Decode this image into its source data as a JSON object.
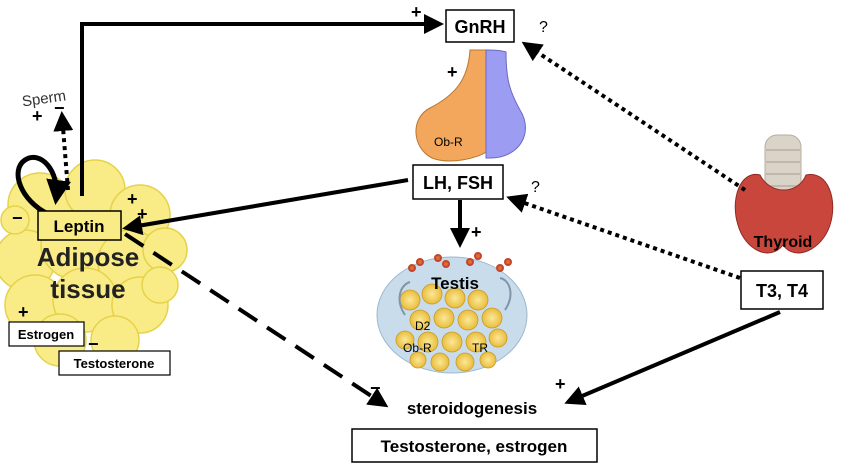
{
  "boxes": {
    "gnrh": "GnRH",
    "lh_fsh": "LH, FSH",
    "leptin": "Leptin",
    "t3_t4": "T3, T4",
    "estrogen": "Estrogen",
    "testosterone": "Testosterone",
    "hormones_out": "Testosterone, estrogen"
  },
  "labels": {
    "adipose_line1": "Adipose",
    "adipose_line2": "tissue",
    "sperm": "Sperm",
    "testis": "Testis",
    "thyroid": "Thyroid",
    "steroidogenesis": "steroidogenesis",
    "ob_r_pituitary": "Ob-R",
    "d2": "D2",
    "ob_r_testis": "Ob-R",
    "tr": "TR"
  },
  "signs": {
    "plus": "+",
    "minus": "−",
    "question": "?"
  },
  "colors": {
    "arrow": "#000000",
    "adipose_fill": "#f9ec86",
    "adipose_stroke": "#e3cf3c",
    "pituitary_left": "#f2a75c",
    "pituitary_right": "#9c9cf2",
    "thyroid_gland": "#c9463d",
    "trachea": "#d9d3c8",
    "testis_bg": "#c8dcec",
    "testis_cell": "#f4d56b"
  }
}
